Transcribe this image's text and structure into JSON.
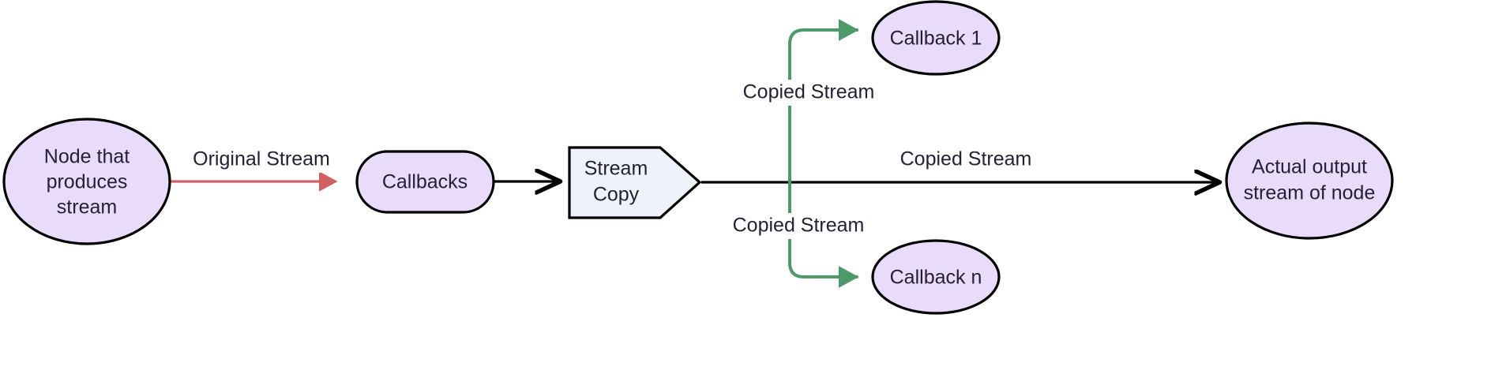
{
  "diagram": {
    "type": "flowchart",
    "direction": "left-to-right",
    "background": "#ffffff",
    "palette": {
      "node_fill_purple": "#e8dcfa",
      "node_fill_blue": "#eef2fa",
      "node_stroke": "#000000",
      "text": "#232135",
      "edge_black": "#000000",
      "edge_red": "#d2625f",
      "edge_green": "#4d9a68"
    },
    "nodes": [
      {
        "id": "producer",
        "shape": "ellipse",
        "label_lines": [
          "Node that",
          "produces",
          "stream"
        ],
        "fill": "#e8dcfa"
      },
      {
        "id": "callbacks",
        "shape": "stadium",
        "label_lines": [
          "Callbacks"
        ],
        "fill": "#e8dcfa"
      },
      {
        "id": "stream-copy",
        "shape": "pentagon",
        "label_lines": [
          "Stream",
          "Copy"
        ],
        "fill": "#eef2fa"
      },
      {
        "id": "callback-1",
        "shape": "ellipse",
        "label_lines": [
          "Callback 1"
        ],
        "fill": "#e8dcfa"
      },
      {
        "id": "callback-n",
        "shape": "ellipse",
        "label_lines": [
          "Callback n"
        ],
        "fill": "#e8dcfa"
      },
      {
        "id": "output",
        "shape": "ellipse",
        "label_lines": [
          "Actual output",
          "stream of node"
        ],
        "fill": "#e8dcfa"
      }
    ],
    "edges": [
      {
        "id": "producer-to-callbacks",
        "from": "producer",
        "to": "callbacks",
        "label": "Original Stream",
        "color": "#d2625f"
      },
      {
        "id": "callbacks-to-streamcopy",
        "from": "callbacks",
        "to": "stream-copy",
        "label": "",
        "color": "#000000"
      },
      {
        "id": "streamcopy-to-callback-1",
        "from": "stream-copy",
        "to": "callback-1",
        "label": "Copied Stream",
        "color": "#4d9a68"
      },
      {
        "id": "streamcopy-to-callback-n",
        "from": "stream-copy",
        "to": "callback-n",
        "label": "Copied Stream",
        "color": "#4d9a68"
      },
      {
        "id": "streamcopy-to-output",
        "from": "stream-copy",
        "to": "output",
        "label": "Copied Stream",
        "color": "#000000"
      }
    ]
  }
}
